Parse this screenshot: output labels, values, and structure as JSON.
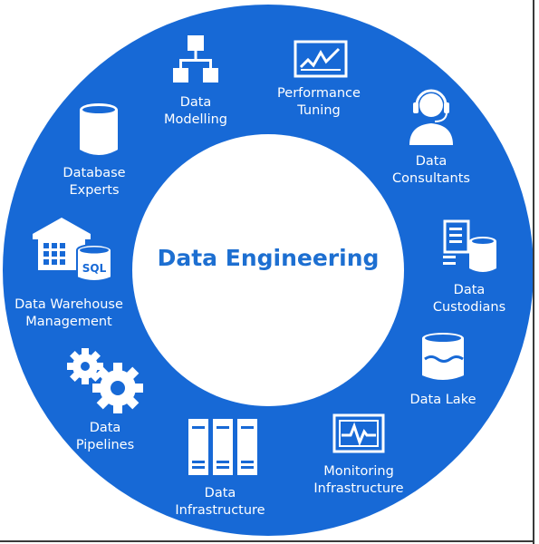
{
  "title": "Data Engineering",
  "colors": {
    "ring": "#1769d6",
    "center": "#ffffff",
    "icon": "#ffffff",
    "title": "#1d6fd1"
  },
  "segments": [
    {
      "label": "Data\nModelling",
      "icon": "hierarchy-icon"
    },
    {
      "label": "Performance\nTuning",
      "icon": "performance-chart-icon"
    },
    {
      "label": "Data\nConsultants",
      "icon": "headset-person-icon"
    },
    {
      "label": "Data\nCustodians",
      "icon": "document-database-icon"
    },
    {
      "label": "Data Lake",
      "icon": "lake-cylinder-icon"
    },
    {
      "label": "Monitoring\nInfrastructure",
      "icon": "monitor-pulse-icon"
    },
    {
      "label": "Data\nInfrastructure",
      "icon": "server-racks-icon"
    },
    {
      "label": "Data\nPipelines",
      "icon": "gears-icon"
    },
    {
      "label": "Data Warehouse\nManagement",
      "icon": "warehouse-sql-icon"
    },
    {
      "label": "Database\nExperts",
      "icon": "database-icon"
    }
  ],
  "sql_badge": "SQL"
}
